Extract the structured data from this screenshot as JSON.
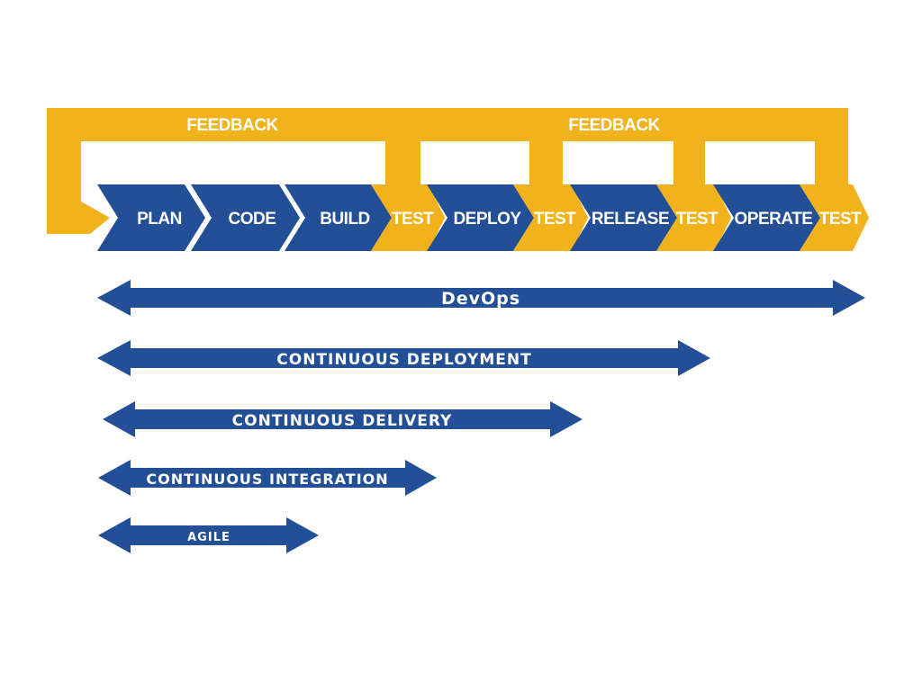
{
  "colors": {
    "blue": "#234f96",
    "gold": "#f2b21b",
    "background": "#ffffff"
  },
  "feedback": [
    {
      "label": "FEEDBACK"
    },
    {
      "label": "FEEDBACK"
    }
  ],
  "stages": [
    {
      "label": "PLAN",
      "color": "blue"
    },
    {
      "label": "CODE",
      "color": "blue"
    },
    {
      "label": "BUILD",
      "color": "blue"
    },
    {
      "label": "TEST",
      "color": "gold"
    },
    {
      "label": "DEPLOY",
      "color": "blue"
    },
    {
      "label": "TEST",
      "color": "gold"
    },
    {
      "label": "RELEASE",
      "color": "blue"
    },
    {
      "label": "TEST",
      "color": "gold"
    },
    {
      "label": "OPERATE",
      "color": "blue"
    },
    {
      "label": "TEST",
      "color": "gold"
    }
  ],
  "scopes": [
    {
      "label": "DevOps"
    },
    {
      "label": "CONTINUOUS DEPLOYMENT"
    },
    {
      "label": "CONTINUOUS DELIVERY"
    },
    {
      "label": "CONTINUOUS INTEGRATION"
    },
    {
      "label": "AGILE"
    }
  ]
}
